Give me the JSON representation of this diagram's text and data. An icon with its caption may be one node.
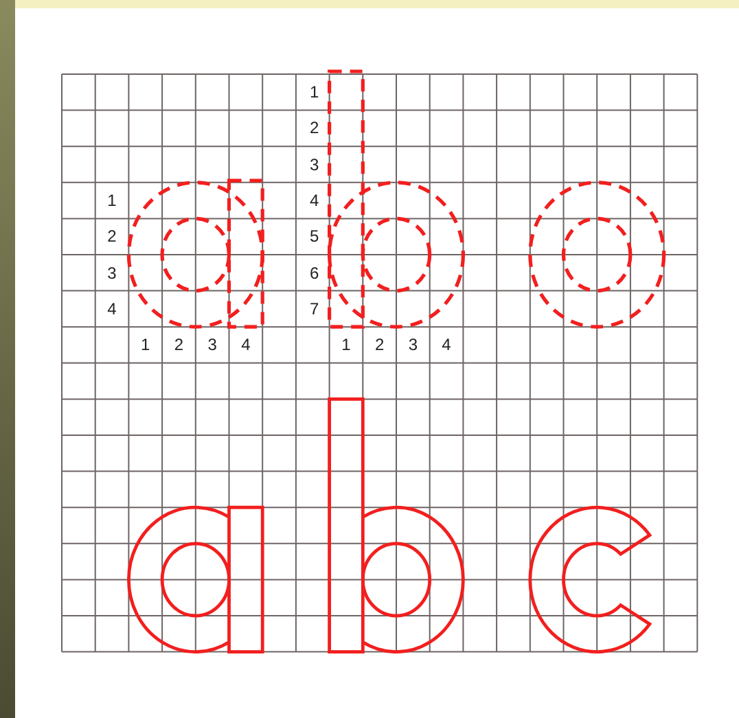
{
  "diagram": {
    "labels": [
      "1",
      "2",
      "3",
      "4",
      "1",
      "2",
      "3",
      "4",
      "1",
      "2",
      "3",
      "4",
      "5",
      "6",
      "7",
      "1",
      "2",
      "3",
      "4"
    ]
  }
}
